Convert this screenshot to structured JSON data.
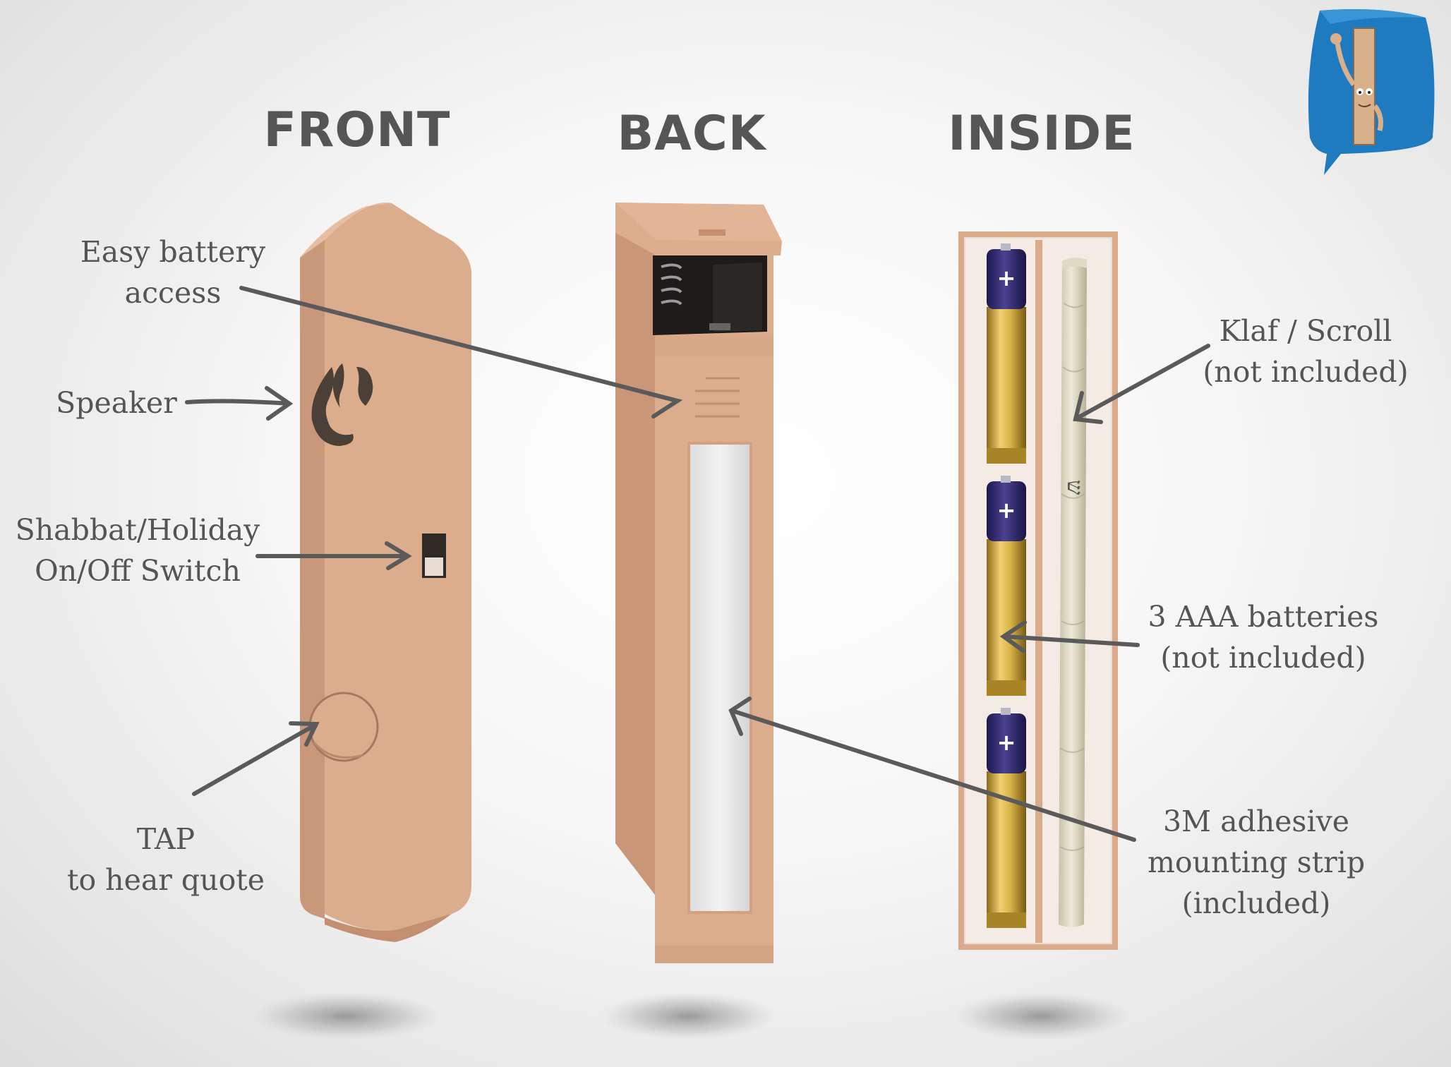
{
  "headings": {
    "front": "FRONT",
    "back": "BACK",
    "inside": "INSIDE"
  },
  "labels": {
    "battery_access": [
      "Easy battery",
      "access"
    ],
    "speaker": [
      "Speaker"
    ],
    "switch": [
      "Shabbat/Holiday",
      "On/Off Switch"
    ],
    "tap": [
      "TAP",
      "to hear quote"
    ],
    "klaf": [
      "Klaf / Scroll",
      "(not included)"
    ],
    "batteries": [
      "3 AAA batteries",
      "(not included)"
    ],
    "strip": [
      "3M adhesive",
      "mounting strip",
      "(included)"
    ]
  },
  "battery_symbol": "+",
  "colors": {
    "case": "#dcae8e",
    "case_dark": "#c89878",
    "text": "#555555",
    "arrow": "#5a5a5a",
    "battery_top": "#3a3270",
    "battery_body": "#c9a640",
    "logo_blue": "#1f7bc0"
  },
  "icons": {
    "logo": "waving-mezuzah-logo-icon",
    "speaker": "shin-speaker-icon"
  }
}
